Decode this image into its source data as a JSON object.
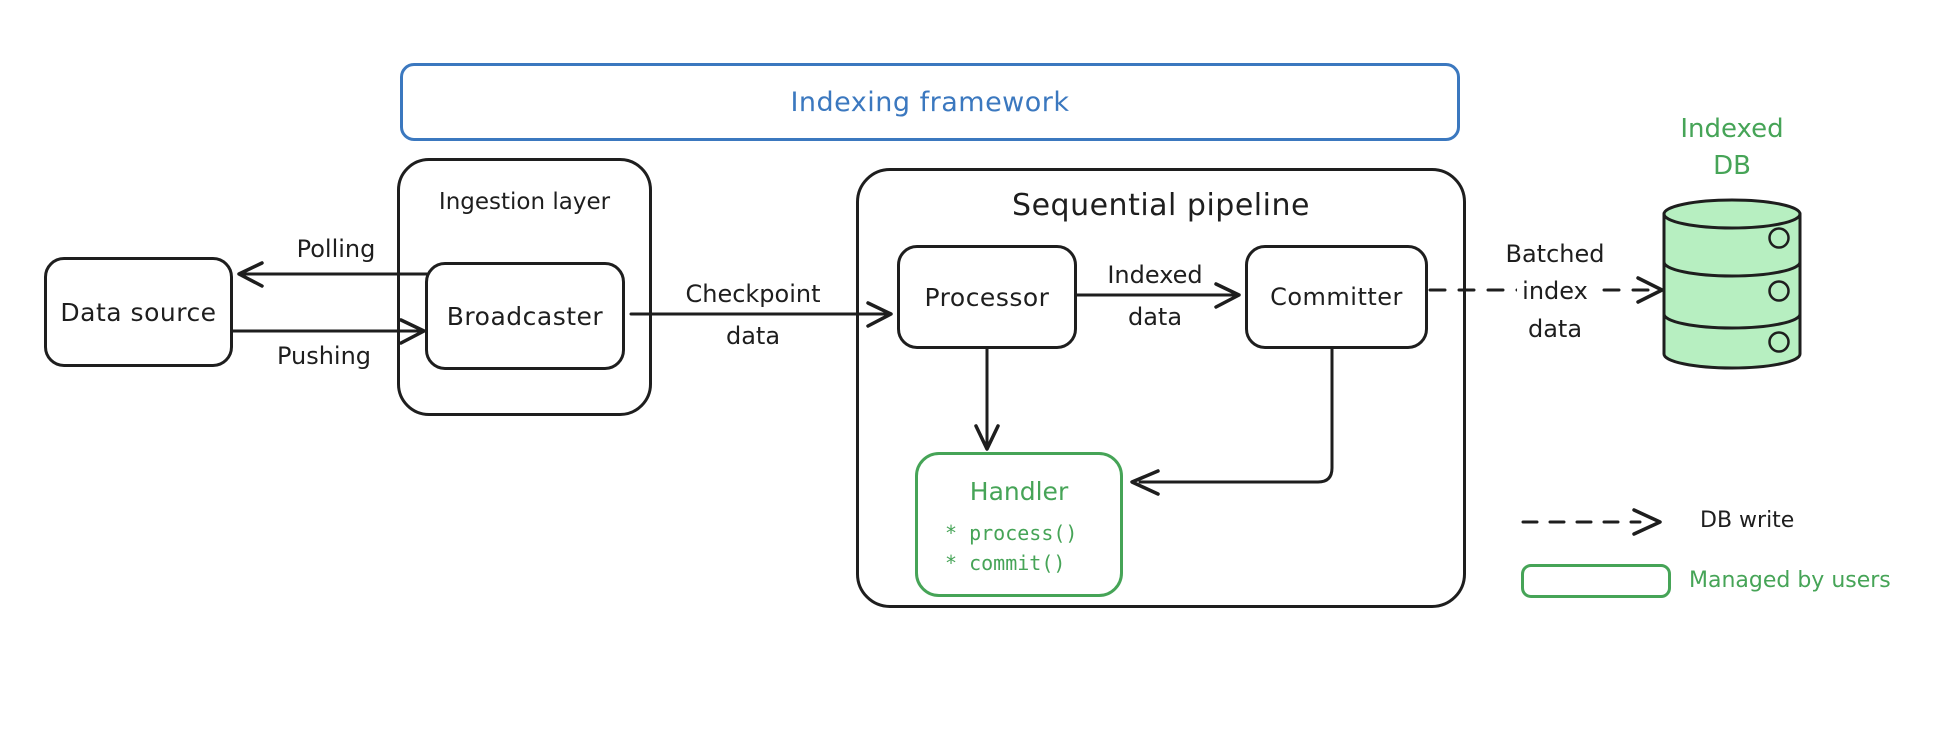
{
  "frame": {
    "title": "Indexing framework"
  },
  "nodes": {
    "data_source": {
      "label": "Data source"
    },
    "ingestion_layer": {
      "label": "Ingestion layer"
    },
    "broadcaster": {
      "label": "Broadcaster"
    },
    "sequential_pipeline": {
      "label": "Sequential pipeline"
    },
    "processor": {
      "label": "Processor"
    },
    "committer": {
      "label": "Committer"
    },
    "handler": {
      "label": "Handler",
      "methods": [
        "* process()",
        "* commit()"
      ]
    },
    "indexed_db": {
      "line1": "Indexed",
      "line2": "DB"
    }
  },
  "edges": {
    "polling": {
      "label": "Polling"
    },
    "pushing": {
      "label": "Pushing"
    },
    "checkpoint_data": {
      "line1": "Checkpoint",
      "line2": "data"
    },
    "indexed_data": {
      "line1": "Indexed",
      "line2": "data"
    },
    "batched_index_data": {
      "line1": "Batched",
      "line2": "index",
      "line3": "data"
    }
  },
  "legend": {
    "db_write": "DB write",
    "managed_by_users": "Managed by users"
  },
  "colors": {
    "stroke_black": "#1e1e1e",
    "accent_blue": "#3b78bf",
    "accent_green": "#46a457",
    "green_fill": "#b7efc1"
  }
}
